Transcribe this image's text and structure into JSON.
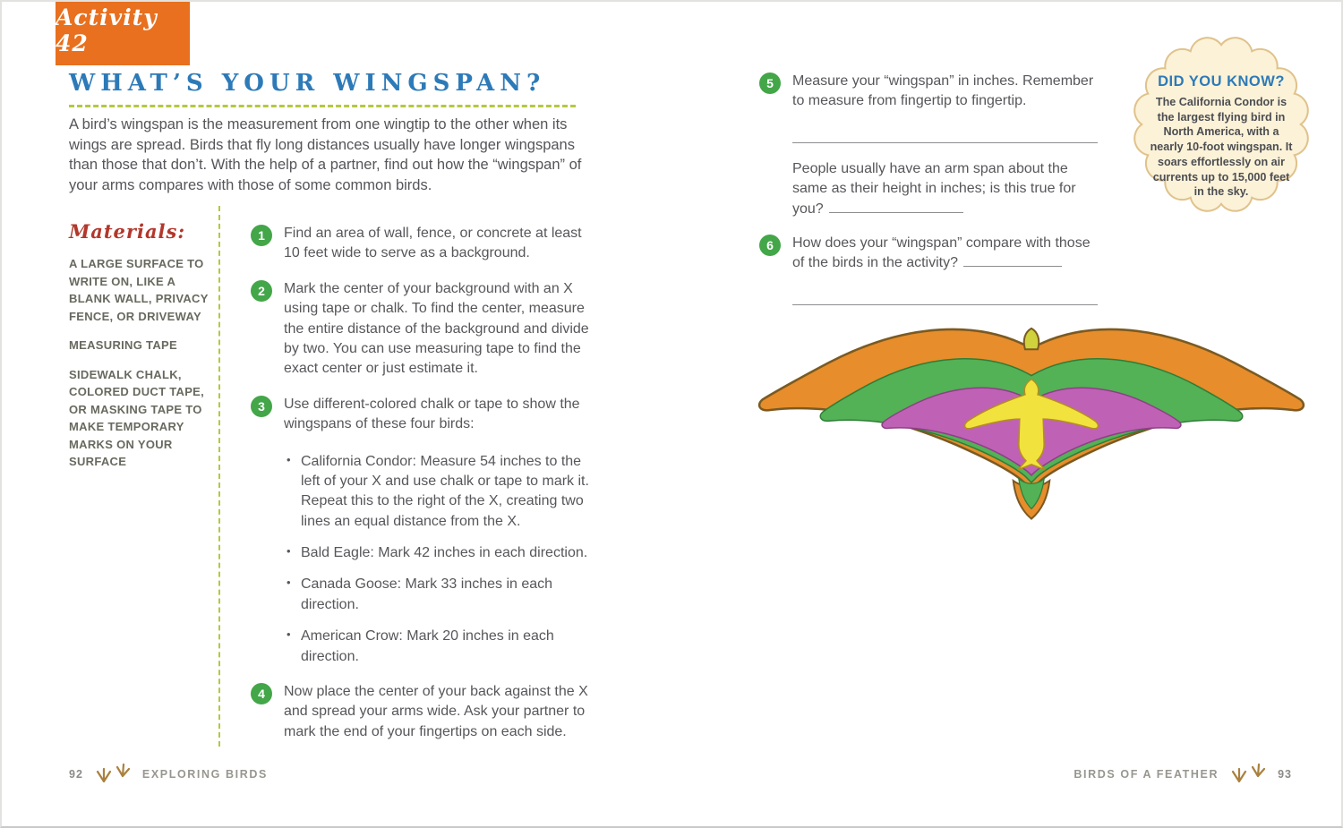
{
  "page_left": {
    "activity_badge": {
      "label": "Activity 42"
    },
    "title": "WHAT’S YOUR WINGSPAN?",
    "intro": "A bird’s wingspan is the measurement from one wingtip to the other when its wings are spread. Birds that fly long distances usually have longer wingspans than those that don’t. With the help of a partner, find out how the “wingspan” of your arms compares with those of some common birds.",
    "materials": {
      "heading": "Materials:",
      "items": [
        "A LARGE SURFACE TO WRITE ON, LIKE A BLANK WALL, PRIVACY FENCE, OR DRIVEWAY",
        "MEASURING TAPE",
        "SIDEWALK CHALK, COLORED DUCT TAPE, OR MASKING TAPE TO MAKE TEMPORARY MARKS ON YOUR SURFACE"
      ]
    },
    "steps": [
      {
        "num": "1",
        "text": "Find an area of wall, fence, or concrete at least 10 feet wide to serve as a background."
      },
      {
        "num": "2",
        "text": "Mark the center of your background with an X using tape or chalk. To find the center, measure the entire distance of the background and divide by two. You can use measuring tape to find the exact center or just estimate it."
      },
      {
        "num": "3",
        "text": "Use different-colored chalk or tape to show the wingspans of these four birds:"
      },
      {
        "num": "4",
        "text": "Now place the center of your back against the X and spread your arms wide. Ask your partner to mark the end of your fingertips on each side."
      }
    ],
    "step3_bullets": [
      "California Condor: Measure 54 inches to the left of your X and use chalk or tape to mark it. Repeat this to the right of the X, creating two lines an equal distance from the X.",
      "Bald Eagle: Mark 42 inches in each direction.",
      "Canada Goose: Mark 33 inches in each direction.",
      "American Crow: Mark 20 inches in each direction."
    ],
    "footer": {
      "page_number": "92",
      "label": "EXPLORING BIRDS"
    }
  },
  "page_right": {
    "steps": [
      {
        "num": "5",
        "text": "Measure your “wingspan” in inches. Remember to measure from fingertip to fingertip.",
        "followup": "People usually have an arm span about the same as their height in inches; is this true for you?"
      },
      {
        "num": "6",
        "text": "How does your “wingspan” compare with those of the birds in the activity?"
      }
    ],
    "did_you_know": {
      "heading": "DID YOU KNOW?",
      "body": "The California Condor is the largest flying bird in North America, with a nearly 10-foot wingspan. It soars effortlessly on air currents up to 15,000 feet in the sky."
    },
    "footer": {
      "label": "BIRDS OF A FEATHER",
      "page_number": "93"
    }
  },
  "colors": {
    "accent_orange": "#e8701f",
    "title_blue": "#2d7ab8",
    "dash_green": "#b5c83e",
    "step_green": "#43a648",
    "materials_red": "#b2372c",
    "dyk_cream": "#fbf2d8",
    "dyk_outline": "#e0c28b",
    "footprint_tan": "#a9813e"
  }
}
